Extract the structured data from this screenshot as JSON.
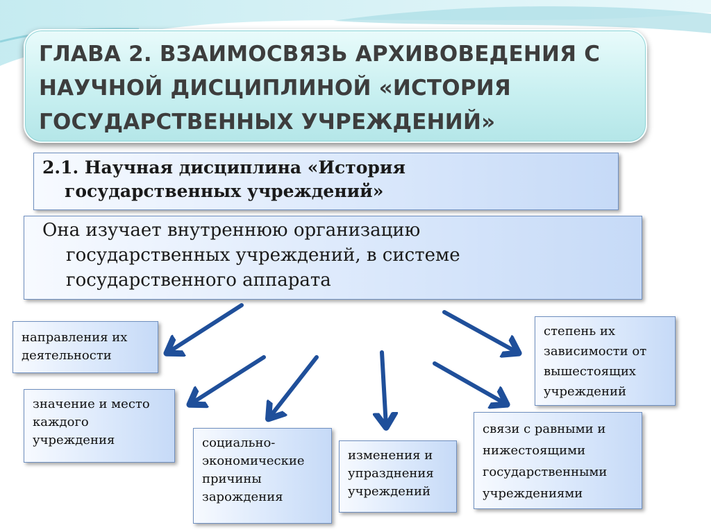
{
  "title": {
    "lines": [
      "ГЛАВА 2. ВЗАИМОСВЯЗЬ АРХИВОВЕДЕНИЯ С",
      "НАУЧНОЙ ДИСЦИПЛИНОЙ «ИСТОРИЯ",
      "ГОСУДАРСТВЕННЫХ УЧРЕЖДЕНИЙ»"
    ]
  },
  "subtitle": {
    "lines": [
      "2.1. Научная дисциплина «История",
      "государственных учреждений»"
    ]
  },
  "description": {
    "lines": [
      "Она изучает внутреннюю организацию",
      "государственных учреждений, в системе",
      "государственного аппарата"
    ]
  },
  "topics": [
    {
      "lines": [
        "направления их",
        "деятельности"
      ]
    },
    {
      "lines": [
        "значение и место",
        "каждого",
        "учреждения"
      ]
    },
    {
      "lines": [
        "социально-",
        "экономические",
        "причины",
        "зарождения"
      ]
    },
    {
      "lines": [
        "изменения и",
        "упразднения",
        "учреждений"
      ]
    },
    {
      "lines": [
        "связи с равными и",
        "нижестоящими",
        "государственными",
        "учреждениями"
      ]
    },
    {
      "lines": [
        "степень их",
        "зависимости от",
        "вышестоящих",
        "учреждений"
      ]
    }
  ],
  "colors": {
    "arrow": "#1f4f9a",
    "title_text": "#3d3d3d",
    "box_border": "#6f8fbf",
    "title_bg": "#c9f0f1"
  }
}
